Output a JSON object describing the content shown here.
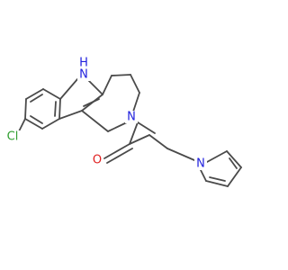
{
  "diagram": {
    "type": "chemical-structure",
    "atoms": [
      {
        "id": "n_h",
        "label": "H",
        "color": "#1f1fdd"
      },
      {
        "id": "n_indole",
        "label": "N",
        "color": "#1f1fdd"
      },
      {
        "id": "n_amide",
        "label": "N",
        "color": "#1f1fdd"
      },
      {
        "id": "n_pyrrole",
        "label": "N",
        "color": "#1f1fdd"
      },
      {
        "id": "cl",
        "label": "Cl",
        "color": "#2f9e2f"
      },
      {
        "id": "o",
        "label": "O",
        "color": "#e02020"
      }
    ],
    "bond_color": "#4a4a4a"
  }
}
